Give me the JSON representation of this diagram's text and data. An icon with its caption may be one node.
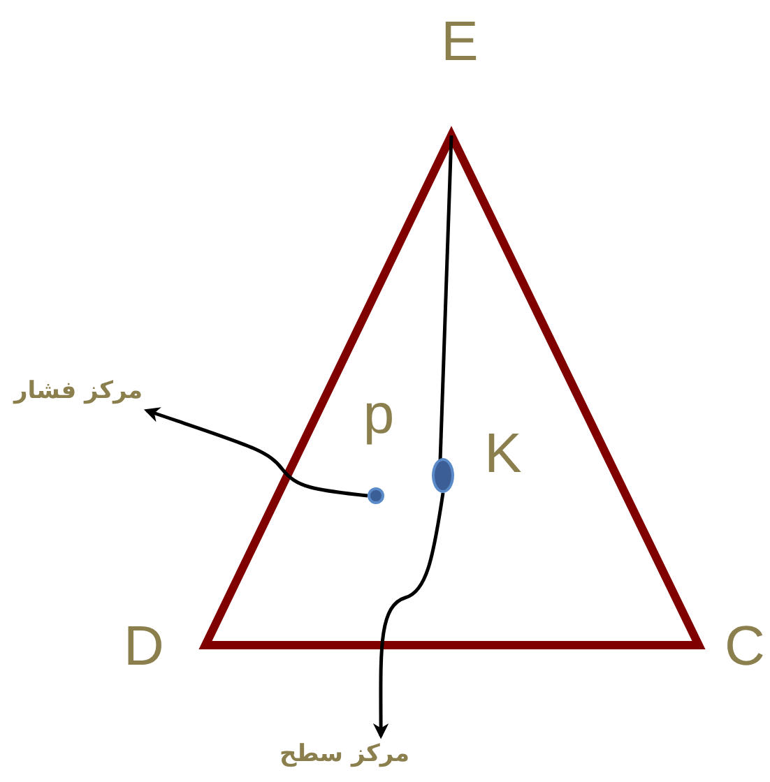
{
  "diagram": {
    "nodes": [
      {
        "text": [
          "مرکز فشار"
        ]
      },
      {
        "text": [
          "مرکز سطح"
        ]
      },
      {
        "text": [],
        "shape": "circle"
      },
      {
        "text": [],
        "shape": "circle"
      }
    ],
    "edges": [
      {
        "from": 2,
        "to": 0,
        "arrow": "to"
      },
      {
        "from": 3,
        "to": 1,
        "arrow": "to"
      }
    ],
    "labels": [
      "E",
      "p",
      "K",
      "D",
      "C"
    ]
  }
}
